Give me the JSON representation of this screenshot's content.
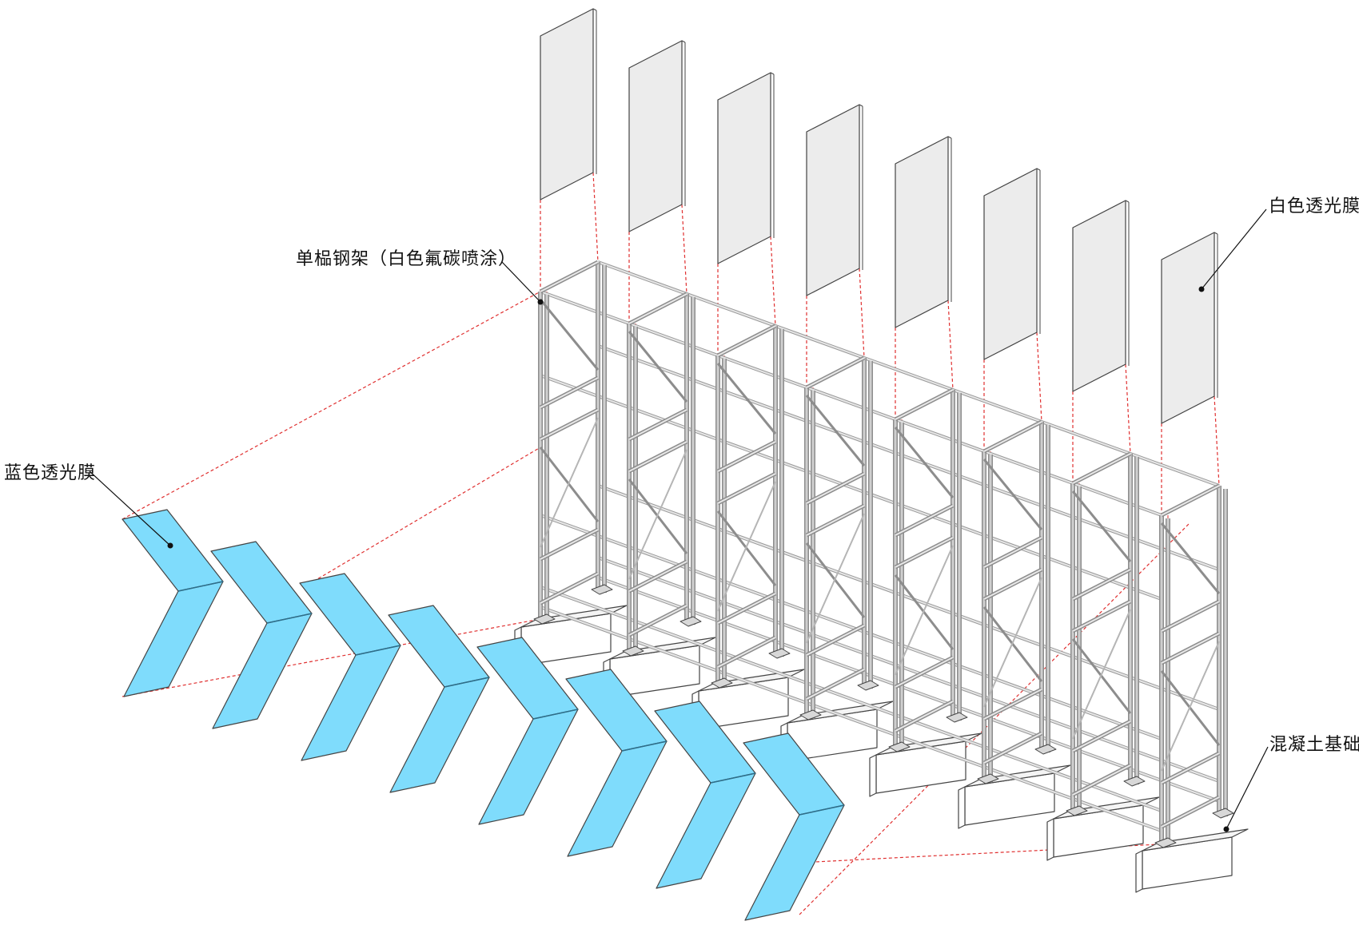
{
  "labels": {
    "steel_frame": "单榀钢架（白色氟碳喷涂）",
    "white_membrane": "白色透光膜",
    "blue_membrane": "蓝色透光膜",
    "concrete_base": "混凝土基础"
  },
  "colors": {
    "blue_membrane": "#7fdcfc",
    "white_membrane": "#ececec",
    "steel": "#cfcfcf",
    "guide_line": "#e03030",
    "outline": "#444444"
  },
  "frame_count": 8
}
